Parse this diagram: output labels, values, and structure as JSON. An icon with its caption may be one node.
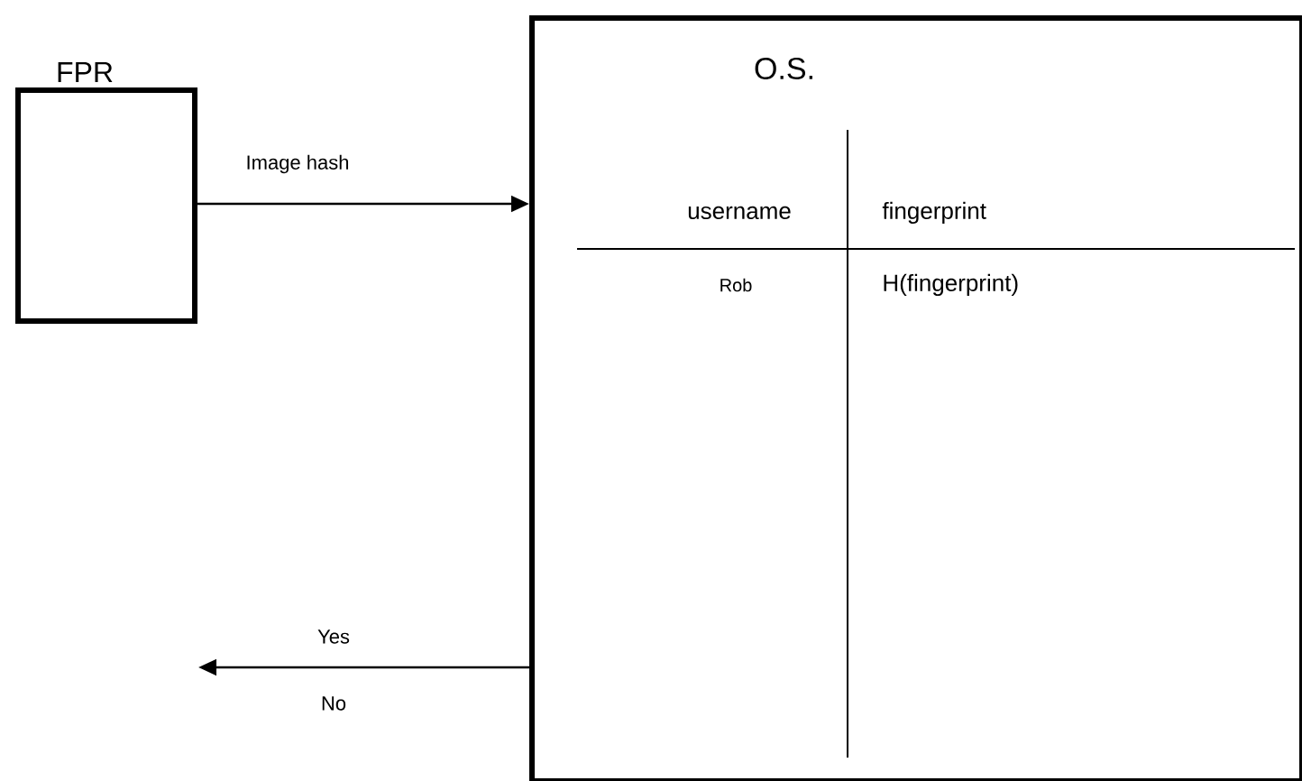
{
  "diagram": {
    "nodes": [
      {
        "text": [
          "FPR"
        ]
      },
      {
        "text": [
          "O.S."
        ]
      }
    ],
    "edges": [
      {
        "from": 0,
        "to": 1,
        "arrow": "to",
        "label": "Image hash"
      },
      {
        "from": 1,
        "to": null,
        "arrow": "to",
        "label": "Yes"
      }
    ],
    "labels": [
      "No",
      "username",
      "fingerprint",
      "Rob",
      "H(fingerprint)"
    ]
  }
}
